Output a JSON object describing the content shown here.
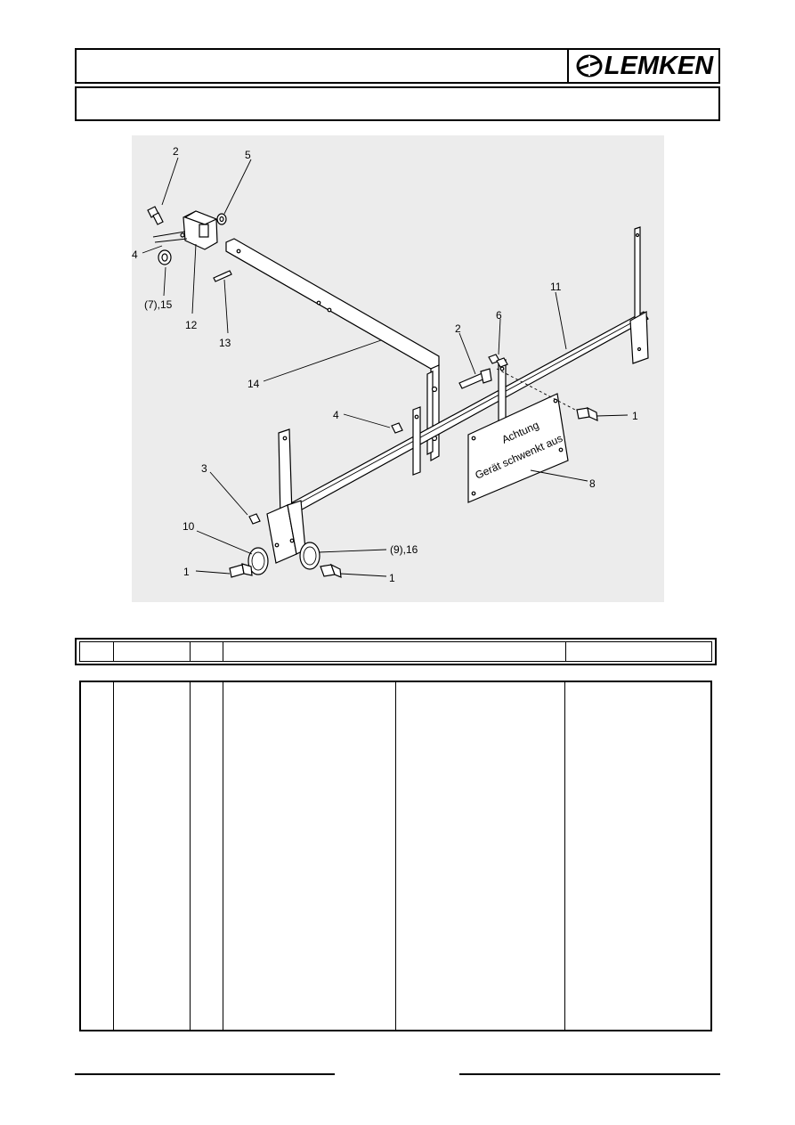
{
  "header": {
    "brand": "LEMKEN",
    "brand_icon": "lemken-swoosh-icon"
  },
  "figure": {
    "callouts": [
      {
        "id": "c1a",
        "text": "2"
      },
      {
        "id": "c1b",
        "text": "5"
      },
      {
        "id": "c1c",
        "text": "4"
      },
      {
        "id": "c1d",
        "text": "(7),15"
      },
      {
        "id": "c1e",
        "text": "12"
      },
      {
        "id": "c1f",
        "text": "13"
      },
      {
        "id": "c1g",
        "text": "14"
      },
      {
        "id": "c1h",
        "text": "11"
      },
      {
        "id": "c1i",
        "text": "6"
      },
      {
        "id": "c1j",
        "text": "2"
      },
      {
        "id": "c1k",
        "text": "1"
      },
      {
        "id": "c1l",
        "text": "4"
      },
      {
        "id": "c1m",
        "text": "8"
      },
      {
        "id": "c1n",
        "text": "3"
      },
      {
        "id": "c1o",
        "text": "10"
      },
      {
        "id": "c1p",
        "text": "(9),16"
      },
      {
        "id": "c1q",
        "text": "1"
      },
      {
        "id": "c1r",
        "text": "1"
      }
    ],
    "sign": {
      "line1": "Achtung",
      "line2": "Gerät schwenkt aus"
    }
  }
}
